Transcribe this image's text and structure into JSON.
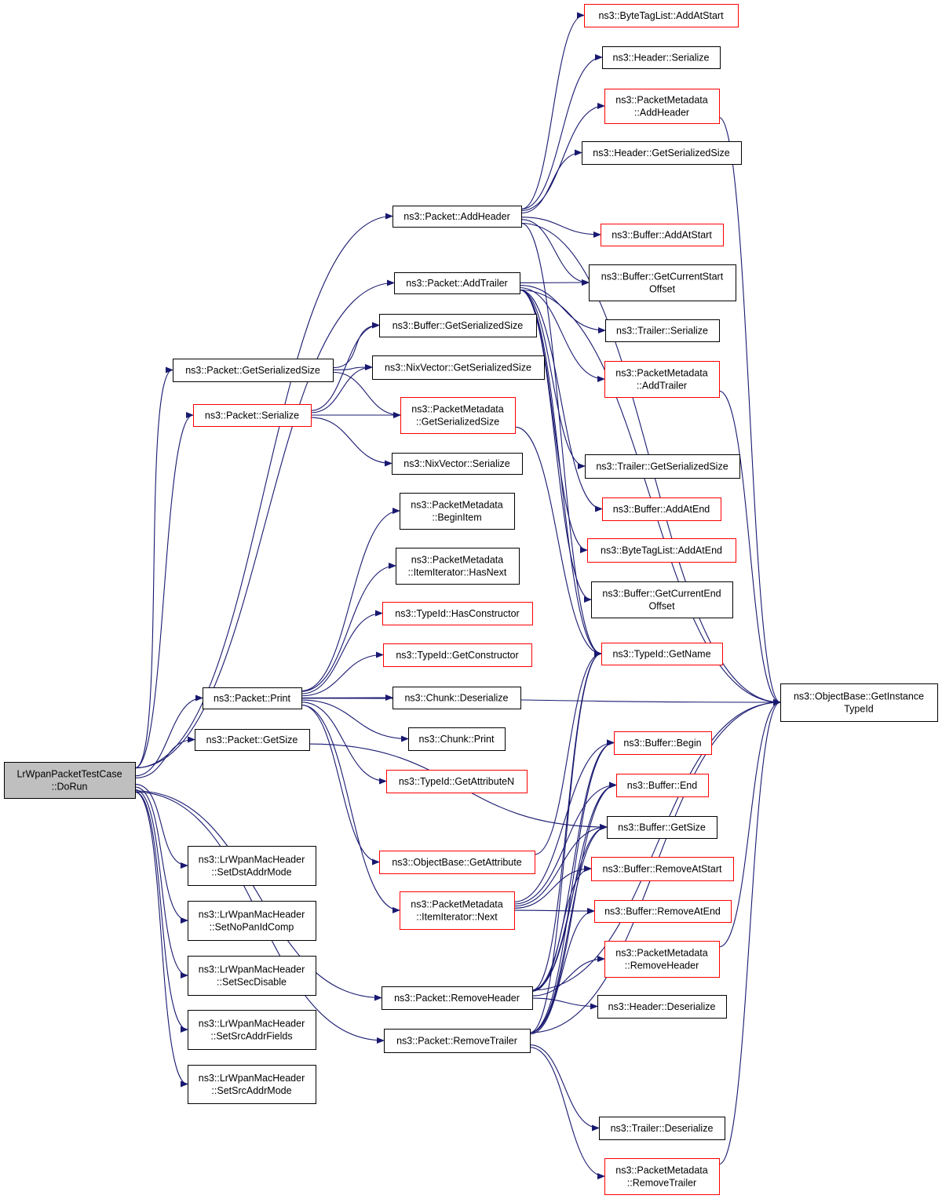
{
  "colors": {
    "edge": "#191970",
    "red_border": "#ff0000",
    "normal_border": "#000000",
    "root_fill": "#bfbfbf"
  },
  "nodes": {
    "root": [
      "LrWpanPacketTestCase",
      "::DoRun"
    ],
    "packet_addheader": [
      "ns3::Packet::AddHeader"
    ],
    "packet_addtrailer": [
      "ns3::Packet::AddTrailer"
    ],
    "packet_getserializedsize": [
      "ns3::Packet::GetSerializedSize"
    ],
    "packet_serialize": [
      "ns3::Packet::Serialize"
    ],
    "packet_print": [
      "ns3::Packet::Print"
    ],
    "packet_getsize": [
      "ns3::Packet::GetSize"
    ],
    "mac_setdstaddrmode": [
      "ns3::LrWpanMacHeader",
      "::SetDstAddrMode"
    ],
    "mac_setnopanidcomp": [
      "ns3::LrWpanMacHeader",
      "::SetNoPanIdComp"
    ],
    "mac_setsecdisable": [
      "ns3::LrWpanMacHeader",
      "::SetSecDisable"
    ],
    "mac_setsrcaddrfields": [
      "ns3::LrWpanMacHeader",
      "::SetSrcAddrFields"
    ],
    "mac_setsrcaddrmode": [
      "ns3::LrWpanMacHeader",
      "::SetSrcAddrMode"
    ],
    "buffer_getserializedsize": [
      "ns3::Buffer::GetSerializedSize"
    ],
    "nixvector_getserializedsize": [
      "ns3::NixVector::GetSerializedSize"
    ],
    "pm_getserializedsize": [
      "ns3::PacketMetadata",
      "::GetSerializedSize"
    ],
    "nixvector_serialize": [
      "ns3::NixVector::Serialize"
    ],
    "pm_beginitem": [
      "ns3::PacketMetadata",
      "::BeginItem"
    ],
    "pm_itemiterator_hasnext": [
      "ns3::PacketMetadata",
      "::ItemIterator::HasNext"
    ],
    "typeid_hasconstructor": [
      "ns3::TypeId::HasConstructor"
    ],
    "typeid_getconstructor": [
      "ns3::TypeId::GetConstructor"
    ],
    "chunk_deserialize": [
      "ns3::Chunk::Deserialize"
    ],
    "chunk_print": [
      "ns3::Chunk::Print"
    ],
    "typeid_getattributen": [
      "ns3::TypeId::GetAttributeN"
    ],
    "objectbase_getattribute": [
      "ns3::ObjectBase::GetAttribute"
    ],
    "pm_itemiterator_next": [
      "ns3::PacketMetadata",
      "::ItemIterator::Next"
    ],
    "packet_removeheader": [
      "ns3::Packet::RemoveHeader"
    ],
    "packet_removetrailer": [
      "ns3::Packet::RemoveTrailer"
    ],
    "bytetaglist_addatstart": [
      "ns3::ByteTagList::AddAtStart"
    ],
    "header_serialize": [
      "ns3::Header::Serialize"
    ],
    "pm_addheader": [
      "ns3::PacketMetadata",
      "::AddHeader"
    ],
    "header_getserializedsize": [
      "ns3::Header::GetSerializedSize"
    ],
    "buffer_addatstart": [
      "ns3::Buffer::AddAtStart"
    ],
    "buffer_getcurrentstartoffset": [
      "ns3::Buffer::GetCurrentStart",
      "Offset"
    ],
    "trailer_serialize": [
      "ns3::Trailer::Serialize"
    ],
    "pm_addtrailer": [
      "ns3::PacketMetadata",
      "::AddTrailer"
    ],
    "trailer_getserializedsize": [
      "ns3::Trailer::GetSerializedSize"
    ],
    "buffer_addatend": [
      "ns3::Buffer::AddAtEnd"
    ],
    "bytetaglist_addatend": [
      "ns3::ByteTagList::AddAtEnd"
    ],
    "buffer_getcurrentendoffset": [
      "ns3::Buffer::GetCurrentEnd",
      "Offset"
    ],
    "typeid_getname": [
      "ns3::TypeId::GetName"
    ],
    "buffer_begin": [
      "ns3::Buffer::Begin"
    ],
    "buffer_end": [
      "ns3::Buffer::End"
    ],
    "buffer_getsize": [
      "ns3::Buffer::GetSize"
    ],
    "buffer_removeatstart": [
      "ns3::Buffer::RemoveAtStart"
    ],
    "buffer_removeatend": [
      "ns3::Buffer::RemoveAtEnd"
    ],
    "pm_removeheader": [
      "ns3::PacketMetadata",
      "::RemoveHeader"
    ],
    "header_deserialize": [
      "ns3::Header::Deserialize"
    ],
    "trailer_deserialize": [
      "ns3::Trailer::Deserialize"
    ],
    "pm_removetrailer": [
      "ns3::PacketMetadata",
      "::RemoveTrailer"
    ],
    "objectbase_getinstancetypeid": [
      "ns3::ObjectBase::GetInstance",
      "TypeId"
    ]
  },
  "red_nodes": [
    "packet_serialize",
    "pm_getserializedsize",
    "typeid_hasconstructor",
    "typeid_getconstructor",
    "typeid_getattributen",
    "objectbase_getattribute",
    "pm_itemiterator_next",
    "bytetaglist_addatstart",
    "pm_addheader",
    "buffer_addatstart",
    "pm_addtrailer",
    "buffer_addatend",
    "bytetaglist_addatend",
    "typeid_getname",
    "buffer_begin",
    "buffer_end",
    "buffer_removeatstart",
    "buffer_removeatend",
    "pm_removeheader",
    "pm_removetrailer"
  ],
  "edges": [
    [
      "root",
      "packet_addheader"
    ],
    [
      "root",
      "packet_addtrailer"
    ],
    [
      "root",
      "packet_getserializedsize"
    ],
    [
      "root",
      "packet_serialize"
    ],
    [
      "root",
      "packet_print"
    ],
    [
      "root",
      "packet_getsize"
    ],
    [
      "root",
      "mac_setdstaddrmode"
    ],
    [
      "root",
      "mac_setnopanidcomp"
    ],
    [
      "root",
      "mac_setsecdisable"
    ],
    [
      "root",
      "mac_setsrcaddrfields"
    ],
    [
      "root",
      "mac_setsrcaddrmode"
    ],
    [
      "root",
      "packet_removeheader"
    ],
    [
      "root",
      "packet_removetrailer"
    ],
    [
      "packet_addheader",
      "bytetaglist_addatstart"
    ],
    [
      "packet_addheader",
      "header_serialize"
    ],
    [
      "packet_addheader",
      "pm_addheader"
    ],
    [
      "packet_addheader",
      "header_getserializedsize"
    ],
    [
      "packet_addheader",
      "buffer_addatstart"
    ],
    [
      "packet_addheader",
      "buffer_getcurrentstartoffset"
    ],
    [
      "packet_addheader",
      "objectbase_getinstancetypeid"
    ],
    [
      "packet_addheader",
      "typeid_getname"
    ],
    [
      "packet_addtrailer",
      "buffer_getcurrentstartoffset"
    ],
    [
      "packet_addtrailer",
      "trailer_serialize"
    ],
    [
      "packet_addtrailer",
      "pm_addtrailer"
    ],
    [
      "packet_addtrailer",
      "trailer_getserializedsize"
    ],
    [
      "packet_addtrailer",
      "buffer_addatend"
    ],
    [
      "packet_addtrailer",
      "bytetaglist_addatend"
    ],
    [
      "packet_addtrailer",
      "buffer_getcurrentendoffset"
    ],
    [
      "packet_addtrailer",
      "typeid_getname"
    ],
    [
      "packet_addtrailer",
      "objectbase_getinstancetypeid"
    ],
    [
      "packet_getserializedsize",
      "buffer_getserializedsize"
    ],
    [
      "packet_getserializedsize",
      "nixvector_getserializedsize"
    ],
    [
      "packet_getserializedsize",
      "pm_getserializedsize"
    ],
    [
      "packet_serialize",
      "buffer_getserializedsize"
    ],
    [
      "packet_serialize",
      "nixvector_getserializedsize"
    ],
    [
      "packet_serialize",
      "pm_getserializedsize"
    ],
    [
      "packet_serialize",
      "nixvector_serialize"
    ],
    [
      "packet_print",
      "pm_beginitem"
    ],
    [
      "packet_print",
      "pm_itemiterator_hasnext"
    ],
    [
      "packet_print",
      "typeid_hasconstructor"
    ],
    [
      "packet_print",
      "typeid_getconstructor"
    ],
    [
      "packet_print",
      "chunk_deserialize"
    ],
    [
      "packet_print",
      "chunk_print"
    ],
    [
      "packet_print",
      "typeid_getattributen"
    ],
    [
      "packet_print",
      "objectbase_getattribute"
    ],
    [
      "packet_print",
      "pm_itemiterator_next"
    ],
    [
      "packet_print",
      "objectbase_getinstancetypeid"
    ],
    [
      "packet_getsize",
      "buffer_getsize"
    ],
    [
      "pm_getserializedsize",
      "typeid_getname"
    ],
    [
      "objectbase_getattribute",
      "typeid_getname"
    ],
    [
      "pm_itemiterator_next",
      "buffer_begin"
    ],
    [
      "pm_itemiterator_next",
      "buffer_end"
    ],
    [
      "pm_itemiterator_next",
      "buffer_getsize"
    ],
    [
      "pm_itemiterator_next",
      "buffer_removeatstart"
    ],
    [
      "pm_itemiterator_next",
      "buffer_removeatend"
    ],
    [
      "packet_removeheader",
      "buffer_begin"
    ],
    [
      "packet_removeheader",
      "buffer_end"
    ],
    [
      "packet_removeheader",
      "buffer_getsize"
    ],
    [
      "packet_removeheader",
      "buffer_removeatstart"
    ],
    [
      "packet_removeheader",
      "pm_removeheader"
    ],
    [
      "packet_removeheader",
      "header_deserialize"
    ],
    [
      "packet_removeheader",
      "objectbase_getinstancetypeid"
    ],
    [
      "packet_removeheader",
      "typeid_getname"
    ],
    [
      "packet_removetrailer",
      "buffer_begin"
    ],
    [
      "packet_removetrailer",
      "buffer_end"
    ],
    [
      "packet_removetrailer",
      "buffer_getsize"
    ],
    [
      "packet_removetrailer",
      "buffer_removeatend"
    ],
    [
      "packet_removetrailer",
      "trailer_deserialize"
    ],
    [
      "packet_removetrailer",
      "pm_removetrailer"
    ],
    [
      "packet_removetrailer",
      "objectbase_getinstancetypeid"
    ],
    [
      "packet_removetrailer",
      "typeid_getname"
    ],
    [
      "pm_addheader",
      "objectbase_getinstancetypeid"
    ],
    [
      "pm_addtrailer",
      "objectbase_getinstancetypeid"
    ],
    [
      "pm_removeheader",
      "objectbase_getinstancetypeid"
    ],
    [
      "pm_removetrailer",
      "objectbase_getinstancetypeid"
    ]
  ]
}
